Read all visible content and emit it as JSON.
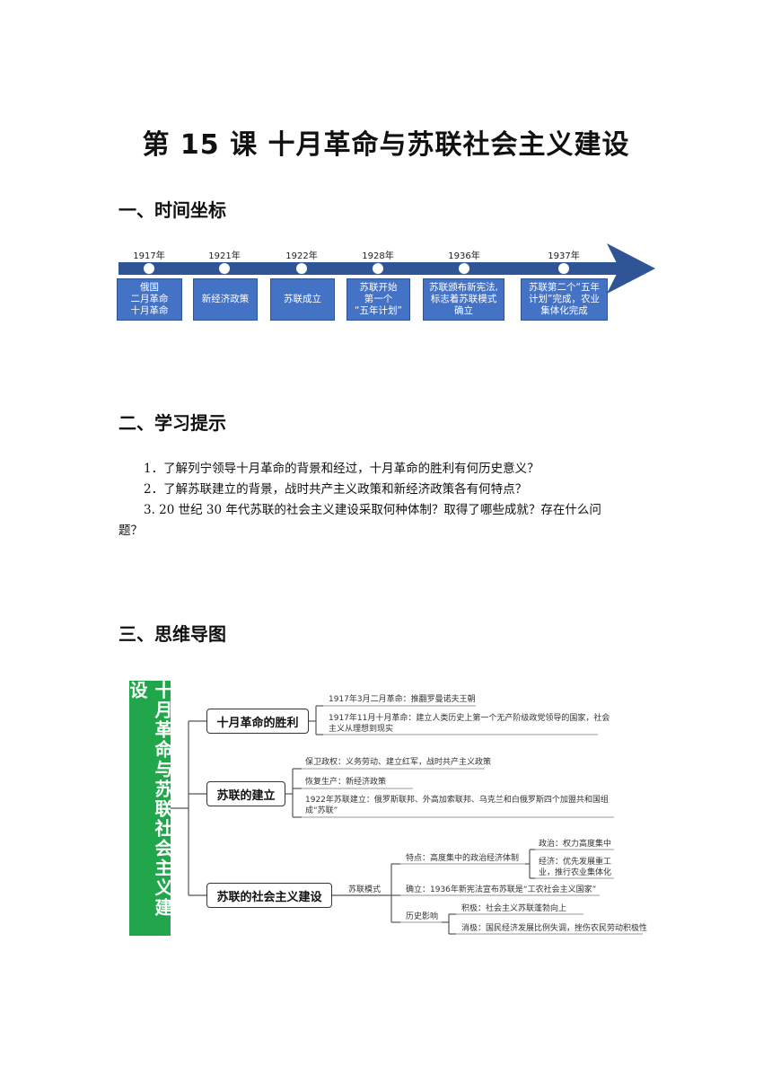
{
  "page_title": "第 15 课  十月革命与苏联社会主义建设",
  "sections": {
    "timeline_heading": "一、时间坐标",
    "tips_heading": "二、学习提示",
    "mindmap_heading": "三、思维导图"
  },
  "timeline": {
    "arrow_color": "#2f5597",
    "box_color": "#4472c4",
    "events": [
      {
        "year": "1917年",
        "text": "俄国\n二月革命\n十月革命"
      },
      {
        "year": "1921年",
        "text": "新经济政策"
      },
      {
        "year": "1922年",
        "text": "苏联成立"
      },
      {
        "year": "1928年",
        "text": "苏联开始\n第一个\n“五年计划”"
      },
      {
        "year": "1936年",
        "text": "苏联颁布新宪法,\n标志着苏联模式\n确立"
      },
      {
        "year": "1937年",
        "text": "苏联第二个“五年\n计划”完成，农业\n集体化完成"
      }
    ]
  },
  "tips": [
    "1．了解列宁领导十月革命的背景和经过，十月革命的胜利有何历史意义？",
    "2．了解苏联建立的背景，战时共产主义政策和新经济政策各有何特点？",
    "3. 20 世纪 30 年代苏联的社会主义建设采取何种体制？取得了哪些成就？存在什么问",
    "题？"
  ],
  "mindmap": {
    "root": "十月革命与苏联社会主义建设",
    "root_color": "#22a64b",
    "branch1": {
      "label": "十月革命的胜利",
      "leaf1": "1917年3月二月革命：推翻罗曼诺夫王朝",
      "leaf2a": "1917年11月十月革命：建立人类历史上第一个无产阶级政党领导的国家，社会",
      "leaf2b": "主义从理想到现实"
    },
    "branch2": {
      "label": "苏联的建立",
      "leaf1": "保卫政权：义务劳动、建立红军，战时共产主义政策",
      "leaf2": "恢复生产：新经济政策",
      "leaf3a": "1922年苏联建立：俄罗斯联邦、外高加索联邦、乌克兰和白俄罗斯四个加盟共和国组",
      "leaf3b": "成“苏联”"
    },
    "branch3": {
      "label": "苏联的社会主义建设",
      "mid": "苏联模式",
      "feature": "特点：高度集中的政治经济体制",
      "politics": "政治：权力高度集中",
      "economy_a": "经济：优先发展重工",
      "economy_b": "业，推行农业集体化",
      "establish": "确立：1936年新宪法宣布苏联是“工农社会主义国家”",
      "impact": "历史影响",
      "positive": "积极：社会主义苏联蓬勃向上",
      "negative": "消极：国民经济发展比例失调，挫伤农民劳动积极性"
    }
  }
}
